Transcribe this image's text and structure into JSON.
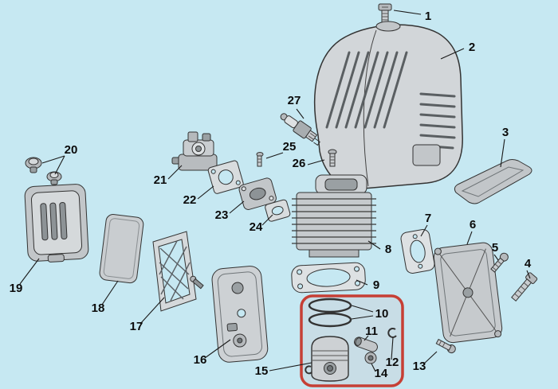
{
  "scene": {
    "background_color": "#c6e8f2",
    "highlight_color": "#c63f35",
    "leader_color": "#1a1a1a"
  },
  "callouts": [
    {
      "label": "1"
    },
    {
      "label": "2"
    },
    {
      "label": "3"
    },
    {
      "label": "4"
    },
    {
      "label": "5"
    },
    {
      "label": "6"
    },
    {
      "label": "7"
    },
    {
      "label": "8"
    },
    {
      "label": "9"
    },
    {
      "label": "10"
    },
    {
      "label": "11"
    },
    {
      "label": "12"
    },
    {
      "label": "13"
    },
    {
      "label": "14"
    },
    {
      "label": "15"
    },
    {
      "label": "16"
    },
    {
      "label": "17"
    },
    {
      "label": "18"
    },
    {
      "label": "19"
    },
    {
      "label": "20"
    },
    {
      "label": "21"
    },
    {
      "label": "22"
    },
    {
      "label": "23"
    },
    {
      "label": "24"
    },
    {
      "label": "25"
    },
    {
      "label": "26"
    },
    {
      "label": "27"
    }
  ]
}
